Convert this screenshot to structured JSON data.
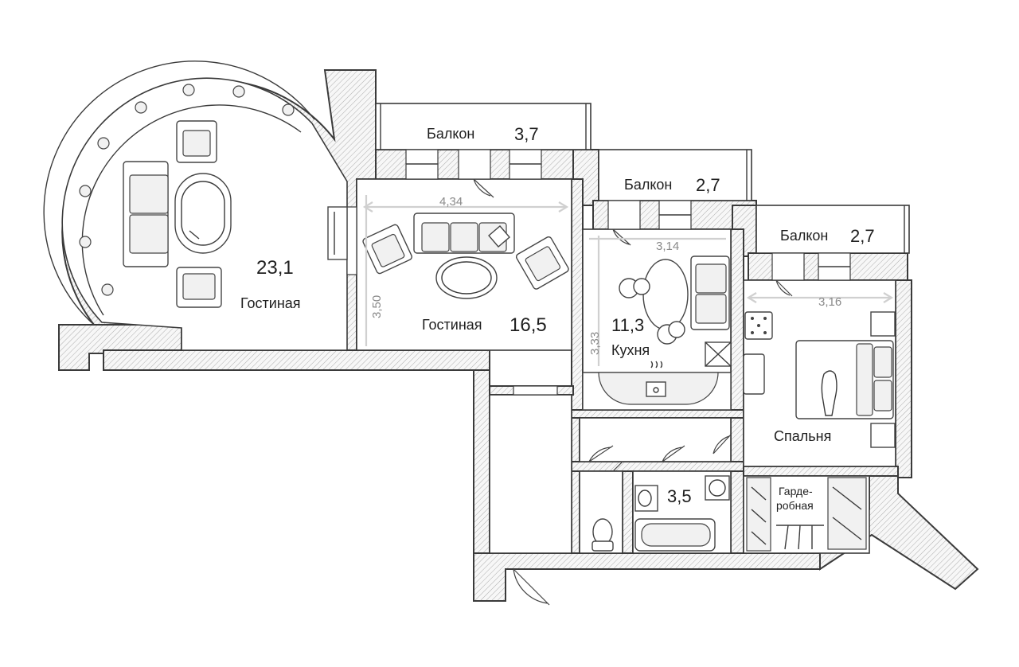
{
  "rooms": {
    "living_large": {
      "area": "23,1",
      "name": "Гостиная"
    },
    "living": {
      "area": "16,5",
      "name": "Гостиная"
    },
    "kitchen": {
      "area": "11,3",
      "name": "Кухня"
    },
    "bedroom": {
      "name": "Спальня"
    },
    "bathroom": {
      "area": "3,5"
    },
    "wardrobe": {
      "name_line1": "Гарде-",
      "name_line2": "робная"
    }
  },
  "balconies": [
    {
      "name": "Балкон",
      "area": "3,7"
    },
    {
      "name": "Балкон",
      "area": "2,7"
    },
    {
      "name": "Балкон",
      "area": "2,7"
    }
  ],
  "dimensions": {
    "living_width": "4,34",
    "living_depth": "3,50",
    "kitchen_width": "3,14",
    "kitchen_depth": "3,33",
    "bedroom_width": "3,16"
  }
}
